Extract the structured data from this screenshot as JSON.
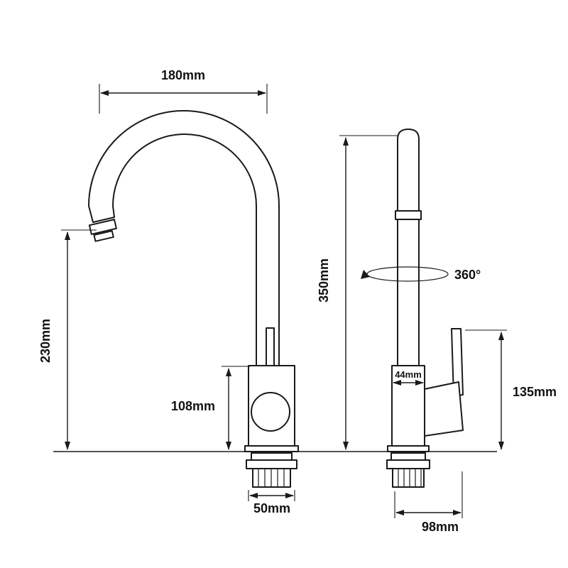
{
  "diagram": {
    "type": "technical-dimension-drawing",
    "subject": "gooseneck kitchen mixer tap - side and front elevations",
    "colors": {
      "line": "#1a1a1a",
      "background": "#ffffff"
    },
    "labels": {
      "spout_reach": "180mm",
      "spout_clearance": "230mm",
      "overall_height": "350mm",
      "body_height": "108mm",
      "base_width": "50mm",
      "body_diameter": "44mm",
      "swivel_rotation": "360°",
      "handle_height": "135mm",
      "base_depth": "98mm"
    }
  }
}
